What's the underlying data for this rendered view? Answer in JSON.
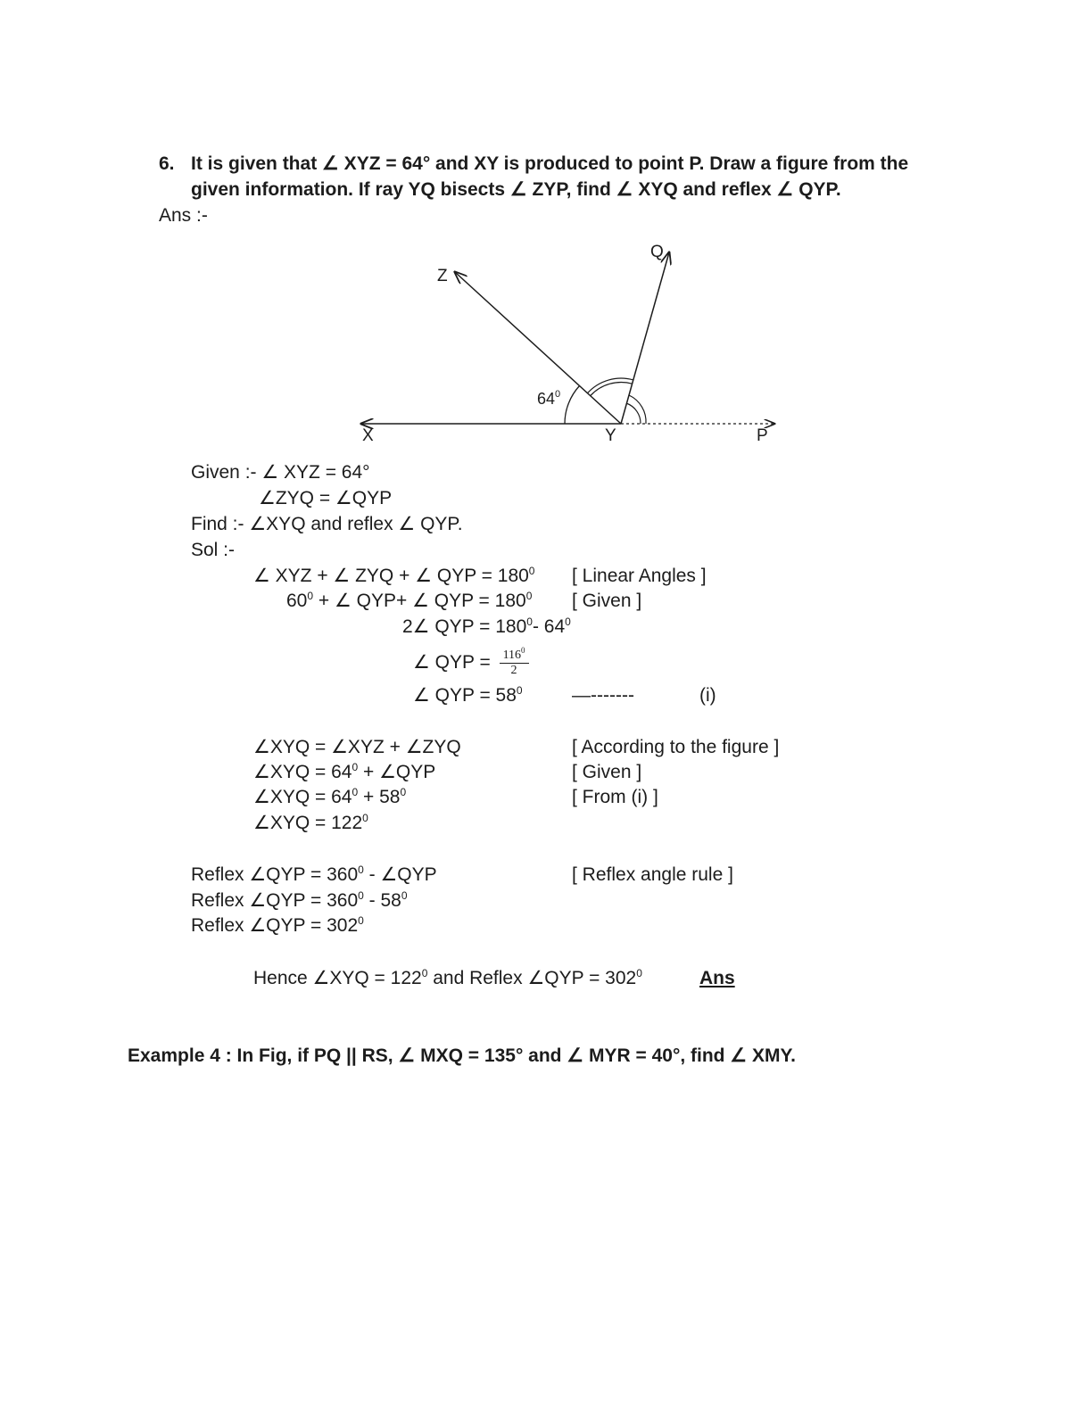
{
  "question": {
    "number": "6.",
    "line1": "It is given that ∠ XYZ = 64° and XY is produced to point P. Draw a figure from the",
    "line2": "given information. If ray YQ bisects ∠ ZYP, find ∠ XYQ and reflex ∠ QYP."
  },
  "ans_label": "Ans :-",
  "figure": {
    "labels": {
      "x": "X",
      "y": "Y",
      "p": "P",
      "z": "Z",
      "q": "Q"
    },
    "angle_base": "64",
    "angle_sup": "0"
  },
  "given": {
    "line1": "Given :- ∠ XYZ = 64°",
    "line2": "∠ZYQ = ∠QYP"
  },
  "find": "Find :- ∠XYQ and reflex ∠ QYP.",
  "sol_label": "Sol :-",
  "steps": {
    "s1_a": "∠ XYZ + ∠ ZYQ + ∠ QYP = 180",
    "s1_sup": "0",
    "s1_reason": "[ Linear Angles ]",
    "s2_a": "60",
    "s2_sup1": "0",
    "s2_b": " + ∠ QYP+ ∠ QYP = 180",
    "s2_sup2": "0",
    "s2_reason": "[ Given ]",
    "s3_a": "2∠ QYP = 180",
    "s3_sup1": "0",
    "s3_b": "- 64",
    "s3_sup2": "0",
    "s4_a": "∠ QYP = ",
    "s4_num": "116",
    "s4_num_sup": "0",
    "s4_den": "2",
    "s5_a": "∠ QYP = 58",
    "s5_sup": "0",
    "s5_dash": "—-------",
    "s5_tag": "(i)"
  },
  "xyq": {
    "l1": "∠XYQ = ∠XYZ + ∠ZYQ",
    "l1_reason": "[ According to the figure ]",
    "l2_a": "∠XYQ = 64",
    "l2_sup": "0",
    "l2_b": " + ∠QYP",
    "l2_reason": "[ Given ]",
    "l3_a": "∠XYQ = 64",
    "l3_sup1": "0",
    "l3_b": " + 58",
    "l3_sup2": "0",
    "l3_reason": "[ From (i) ]",
    "l4_a": "∠XYQ = 122",
    "l4_sup": "0"
  },
  "reflex": {
    "l1_a": "Reflex ∠QYP = 360",
    "l1_sup": "0",
    "l1_b": " - ∠QYP",
    "l1_reason": "[ Reflex angle rule ]",
    "l2_a": "Reflex ∠QYP = 360",
    "l2_sup1": "0",
    "l2_b": " - 58",
    "l2_sup2": "0",
    "l3_a": "Reflex ∠QYP = 302",
    "l3_sup": "0"
  },
  "hence": {
    "a": "Hence ∠XYQ = 122",
    "sup1": "0",
    "b": " and Reflex ∠QYP = 302",
    "sup2": "0",
    "ans": "Ans"
  },
  "example4": "Example 4 : In Fig, if PQ || RS, ∠ MXQ = 135° and ∠ MYR = 40°, find ∠ XMY."
}
